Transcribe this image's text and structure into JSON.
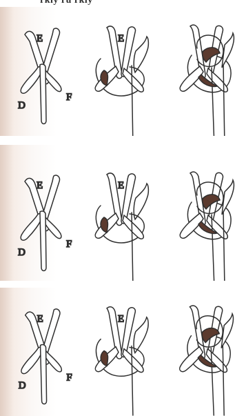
{
  "header": {
    "top_strip_text": "rkly ru rkly"
  },
  "labels": {
    "E": "E",
    "D": "D",
    "F": "F"
  },
  "colors": {
    "ink": "#2f2f2f",
    "accent": "#5b3a2e"
  }
}
